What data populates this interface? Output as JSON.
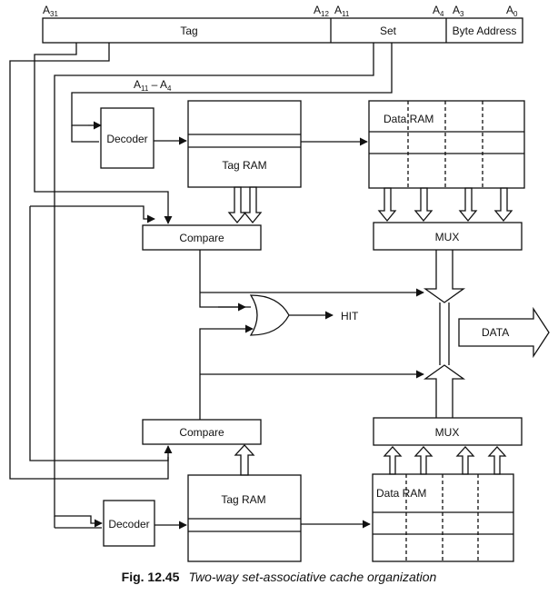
{
  "address": {
    "bits": {
      "a31": "A",
      "a31_sub": "31",
      "a12": "A",
      "a12_sub": "12",
      "a11": "A",
      "a11_sub": "11",
      "a4": "A",
      "a4_sub": "4",
      "a3": "A",
      "a3_sub": "3",
      "a0": "A",
      "a0_sub": "0"
    },
    "fields": {
      "tag": "Tag",
      "set": "Set",
      "byte_address": "Byte Address"
    },
    "range_label": {
      "a": "A",
      "sub1": "11",
      "dash": " – A",
      "sub2": "4"
    }
  },
  "top_way": {
    "decoder": "Decoder",
    "tag_ram": "Tag RAM",
    "data_ram": "Data RAM",
    "compare": "Compare",
    "mux": "MUX"
  },
  "bottom_way": {
    "decoder": "Decoder",
    "tag_ram": "Tag RAM",
    "data_ram": "Data RAM",
    "compare": "Compare",
    "mux": "MUX"
  },
  "outputs": {
    "hit": "HIT",
    "data": "DATA"
  },
  "caption": {
    "figure": "Fig. 12.45",
    "title": "Two-way set-associative cache organization"
  }
}
